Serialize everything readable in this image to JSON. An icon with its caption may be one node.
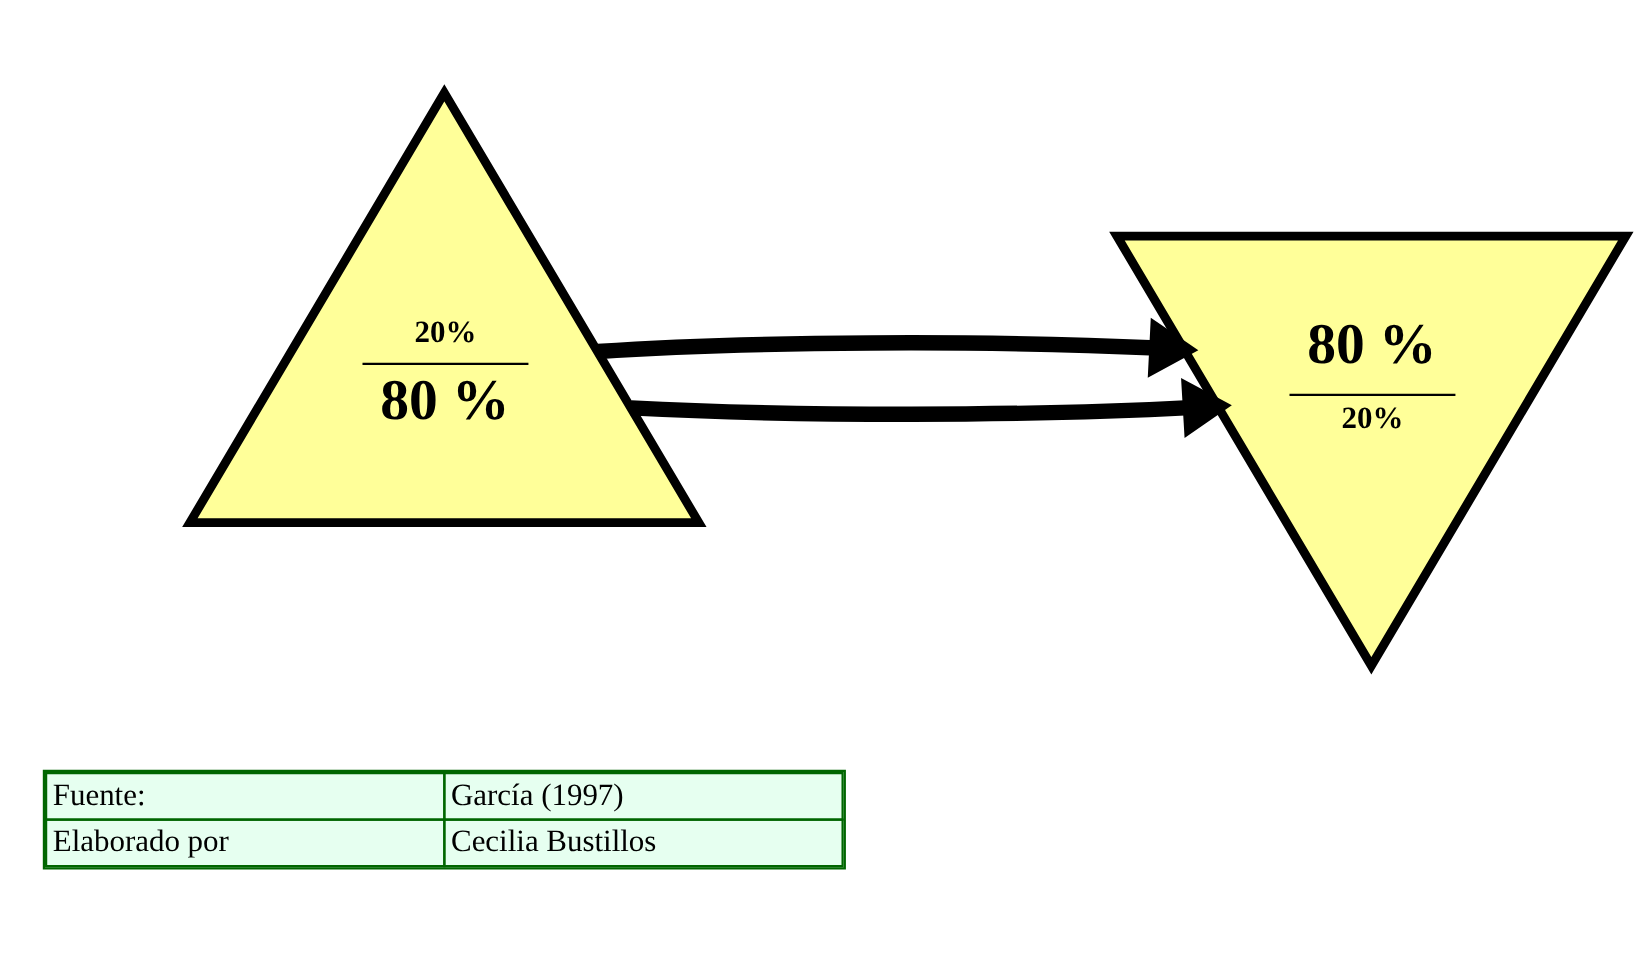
{
  "diagram": {
    "nodes": [
      {
        "text": [
          "20%",
          "80 %"
        ]
      },
      {
        "text": [
          "80 %",
          "20%"
        ]
      }
    ],
    "edges": [
      {
        "from": 0,
        "to": 1,
        "arrow": "to"
      },
      {
        "from": 0,
        "to": 1,
        "arrow": "to"
      }
    ],
    "labels": [
      "Fuente:",
      "García (1997)",
      "Elaborado por",
      "Cecilia Bustillos"
    ]
  }
}
